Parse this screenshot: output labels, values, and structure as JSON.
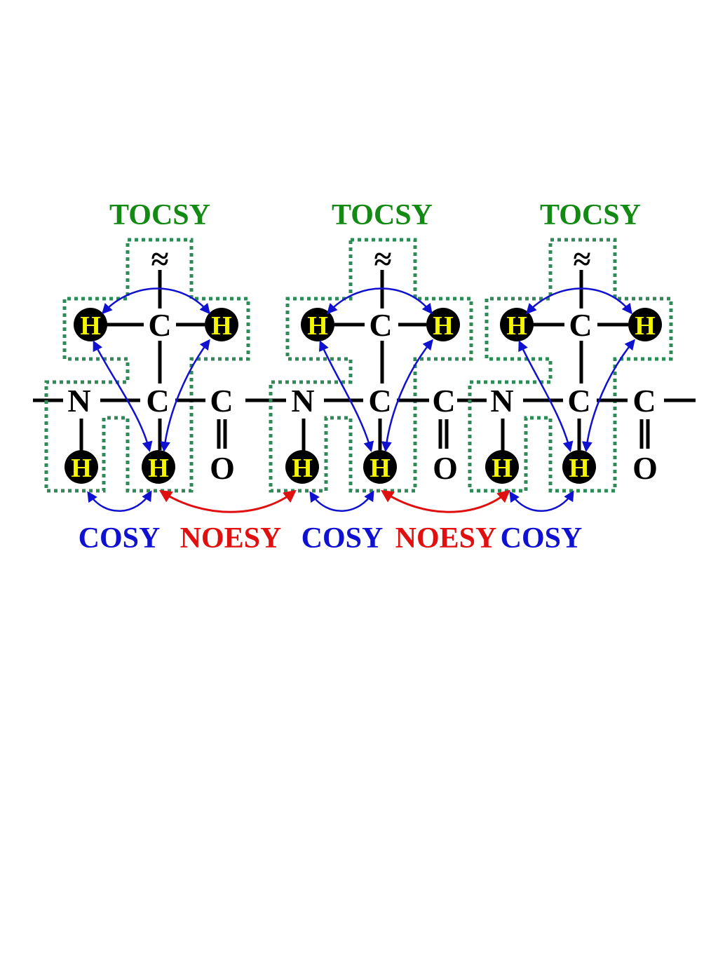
{
  "diagram": {
    "colors": {
      "tocsy": "#138a13",
      "cosy": "#1010d0",
      "noesy": "#e01010",
      "hydrogen_fill": "#000000",
      "hydrogen_text": "#f5f500",
      "box": "#2e8b57"
    },
    "tocsy_labels": [
      "TOCSY",
      "TOCSY",
      "TOCSY"
    ],
    "bottom_labels": [
      {
        "text": "COSY",
        "kind": "cosy"
      },
      {
        "text": "NOESY",
        "kind": "noesy"
      },
      {
        "text": "COSY",
        "kind": "cosy"
      },
      {
        "text": "NOESY",
        "kind": "noesy"
      },
      {
        "text": "COSY",
        "kind": "cosy"
      }
    ],
    "residue": {
      "side_chain_symbol": "≈",
      "nitrogen": "N",
      "carbon": "C",
      "oxygen": "O",
      "hydrogen": "H"
    },
    "residue_count": 3
  }
}
